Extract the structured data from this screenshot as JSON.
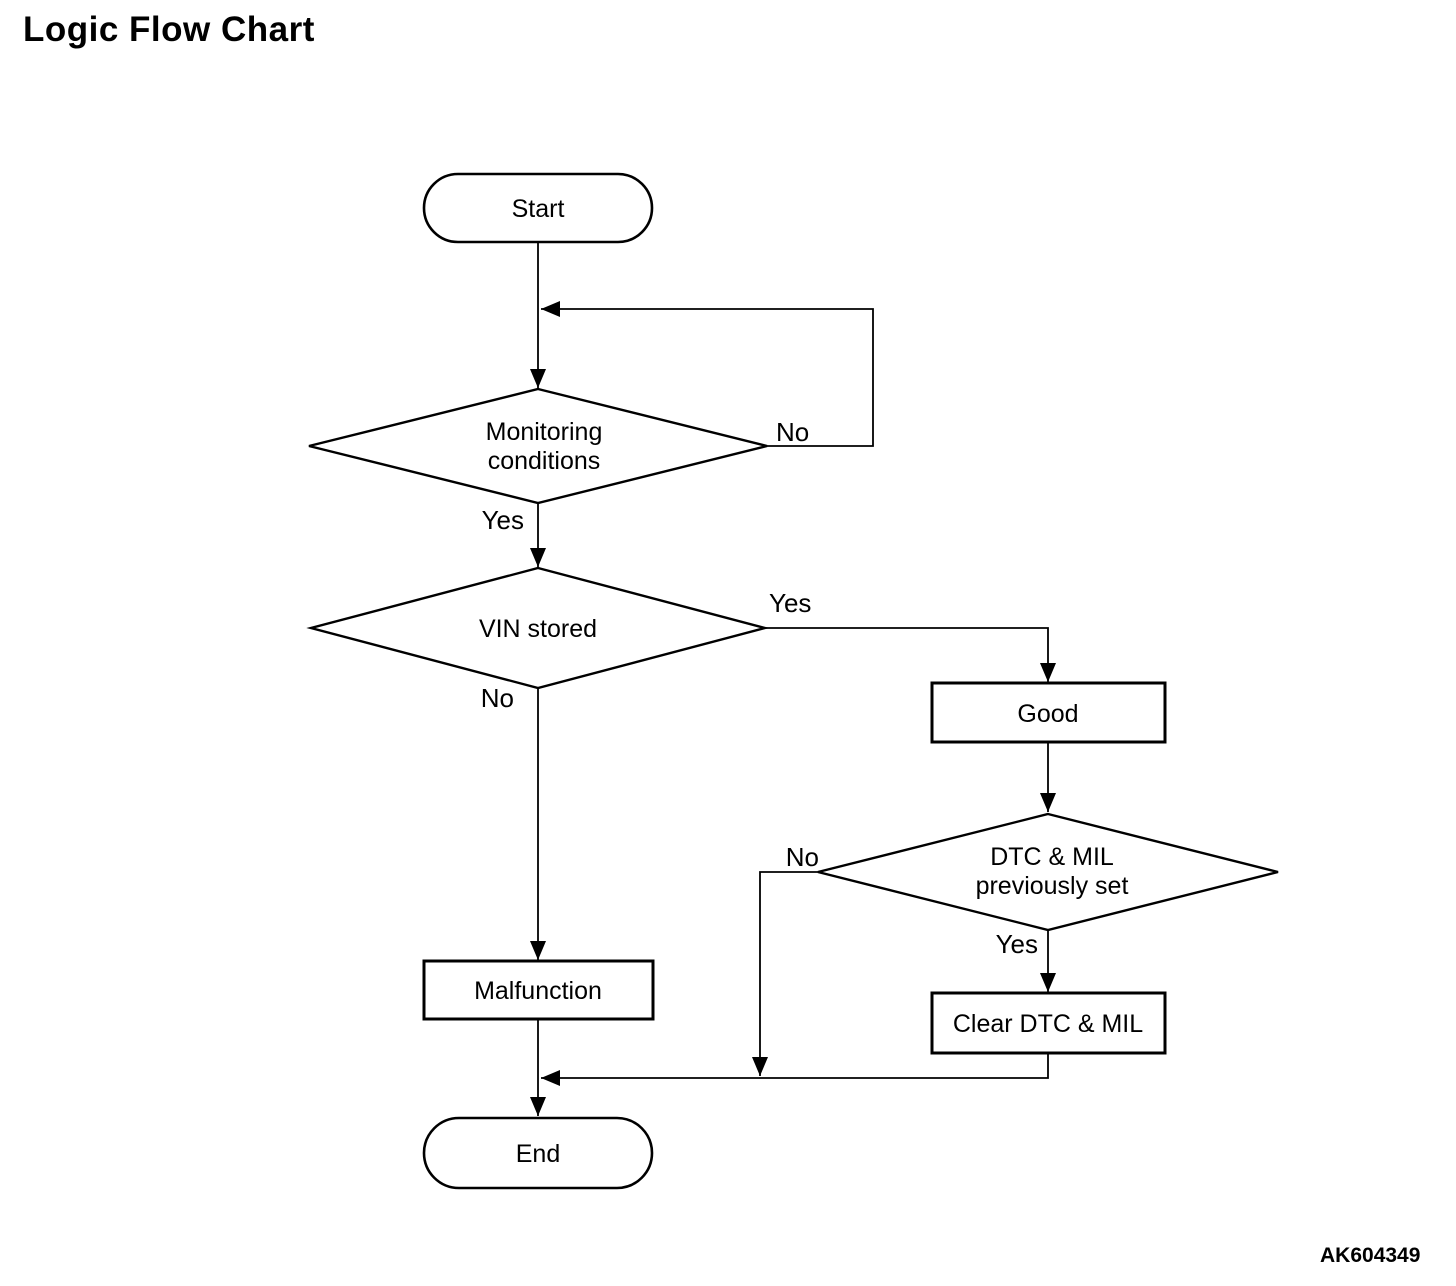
{
  "title": "Logic Flow Chart",
  "figure_code": "AK604349",
  "colors": {
    "ink": "#000000",
    "background": "#ffffff"
  },
  "flowchart": {
    "nodes": {
      "start": {
        "type": "terminator",
        "label": "Start"
      },
      "monitoring_conditions": {
        "type": "decision",
        "label_lines": [
          "Monitoring",
          "conditions"
        ]
      },
      "vin_stored": {
        "type": "decision",
        "label": "VIN stored"
      },
      "good": {
        "type": "process",
        "label": "Good"
      },
      "dtc_mil_previously_set": {
        "type": "decision",
        "label_lines": [
          "DTC & MIL",
          "previously set"
        ]
      },
      "malfunction": {
        "type": "process",
        "label": "Malfunction"
      },
      "clear_dtc_mil": {
        "type": "process",
        "label": "Clear DTC & MIL"
      },
      "end": {
        "type": "terminator",
        "label": "End"
      }
    },
    "edges": [
      {
        "from": "start",
        "to": "monitoring_conditions",
        "label": ""
      },
      {
        "from": "monitoring_conditions",
        "to": "monitoring_conditions",
        "label": "No"
      },
      {
        "from": "monitoring_conditions",
        "to": "vin_stored",
        "label": "Yes"
      },
      {
        "from": "vin_stored",
        "to": "good",
        "label": "Yes"
      },
      {
        "from": "vin_stored",
        "to": "malfunction",
        "label": "No"
      },
      {
        "from": "good",
        "to": "dtc_mil_previously_set",
        "label": ""
      },
      {
        "from": "dtc_mil_previously_set",
        "to": "clear_dtc_mil",
        "label": "Yes"
      },
      {
        "from": "dtc_mil_previously_set",
        "to": "end",
        "label": "No"
      },
      {
        "from": "clear_dtc_mil",
        "to": "end",
        "label": ""
      },
      {
        "from": "malfunction",
        "to": "end",
        "label": ""
      }
    ]
  }
}
